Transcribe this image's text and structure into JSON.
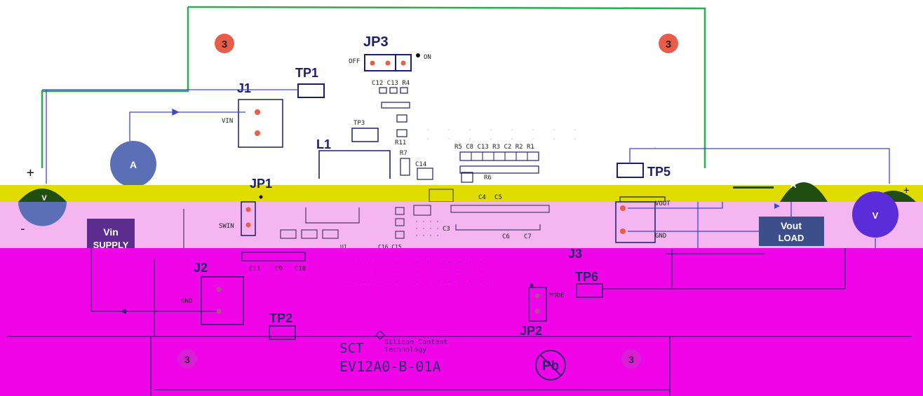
{
  "board": {
    "jumpers": {
      "jp3": "JP3",
      "jp3_off": "OFF",
      "jp3_on": "ON",
      "jp1": "JP1",
      "jp1_pin": "SWIN",
      "jp2": "JP2",
      "jp2_pin": "MODE"
    },
    "connectors": {
      "j1": "J1",
      "j1_pin": "VIN",
      "j2": "J2",
      "j2_pin": "GND",
      "j3": "J3",
      "j3_pin_top": "VOUT",
      "j3_pin_bottom": "GND"
    },
    "test_points": {
      "tp1": "TP1",
      "tp2": "TP2",
      "tp3": "TP3",
      "tp5": "TP5",
      "tp6": "TP6"
    },
    "inductor": "L1",
    "components": {
      "c12_c13_r4": "C12 C13 R4",
      "r11": "R11",
      "r7": "R7",
      "c14": "C14",
      "r5_group": "R5 C8 C13 R3 C2 R2 R1",
      "r6": "R6",
      "c4": "C4",
      "c5": "C5",
      "c3": "C3",
      "c6": "C6",
      "c7": "C7",
      "c11": "C11",
      "c9": "C9",
      "c10": "C10",
      "u1": "U1",
      "c16_c15": "C16 C15"
    },
    "mounting_hole": "3",
    "logo_text": "SCT",
    "company_line1": "Silicon Content",
    "company_line2": "Technology",
    "part_number": "EV12A0-B-01A",
    "pb_free": "Pb"
  },
  "instruments": {
    "ammeter_symbol": "A",
    "voltmeter_symbol": "V",
    "plus": "+",
    "minus": "-",
    "vin_supply_line1": "Vin",
    "vin_supply_line2": "SUPPLY",
    "vout_load_line1": "Vout",
    "vout_load_line2": "LOAD"
  },
  "colors": {
    "board_outline": "#22b14c",
    "wire": "#3f48cc",
    "meter_fill": "#5b6fb7",
    "vin_box": "#5b2d8e",
    "vout_box": "#3d4f8a",
    "hole_fill": "#e85d4a",
    "pad_fill": "#e85d4a",
    "glitch_yellow": "#e5e000",
    "glitch_olive": "#1f4d12",
    "glitch_pink": "#f4b5f0",
    "glitch_magenta": "#f005e8"
  }
}
